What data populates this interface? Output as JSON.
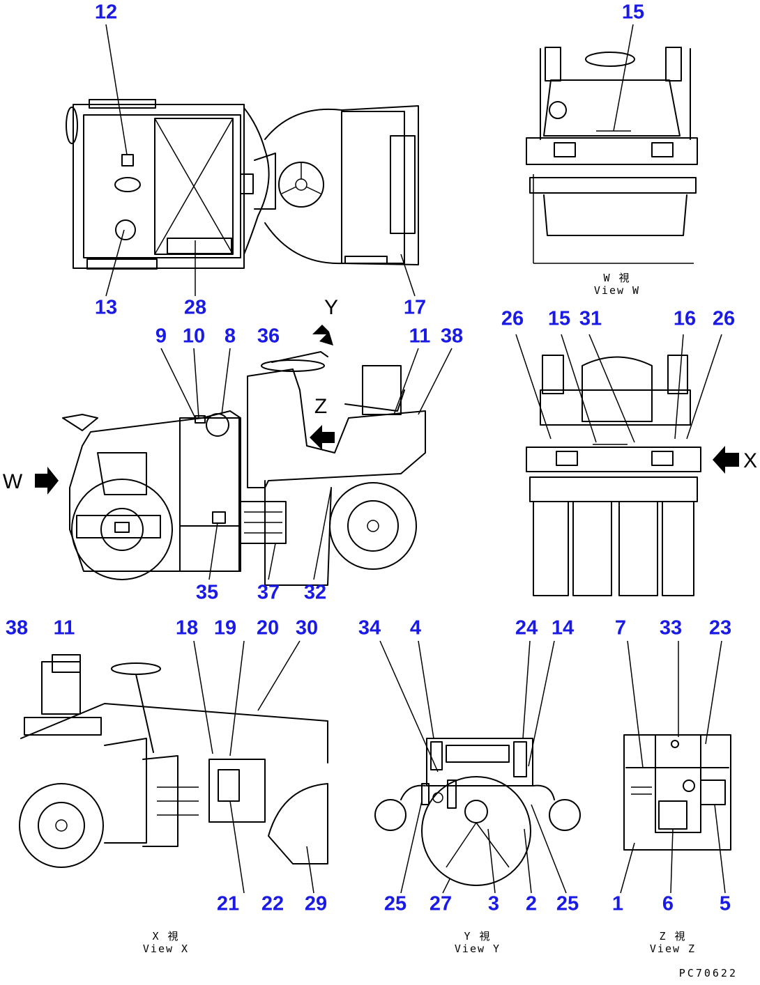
{
  "diagram_code": "PC70622",
  "view_captions": {
    "w": {
      "jp": "W  視",
      "en": "View W"
    },
    "x": {
      "jp": "X  視",
      "en": "View X"
    },
    "y": {
      "jp": "Y  視",
      "en": "View Y"
    },
    "z": {
      "jp": "Z  視",
      "en": "View Z"
    }
  },
  "arrow_labels": {
    "w": "W",
    "x": "X",
    "y": "Y",
    "z": "Z"
  },
  "callouts": {
    "top_view": [
      "12",
      "13",
      "28",
      "17"
    ],
    "view_w": [
      "15"
    ],
    "side_view": [
      "9",
      "10",
      "8",
      "36",
      "11",
      "38",
      "35",
      "37",
      "32"
    ],
    "rear_view": [
      "26",
      "15",
      "31",
      "16",
      "26"
    ],
    "view_x": [
      "38",
      "11",
      "18",
      "19",
      "20",
      "30",
      "21",
      "22",
      "29"
    ],
    "view_y": [
      "34",
      "4",
      "24",
      "14",
      "25",
      "27",
      "3",
      "2",
      "25"
    ],
    "view_z": [
      "7",
      "33",
      "23",
      "1",
      "6",
      "5"
    ]
  }
}
